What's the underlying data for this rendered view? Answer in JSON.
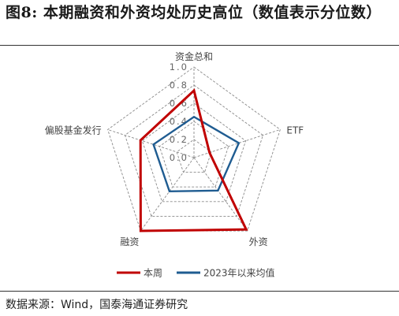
{
  "figure": {
    "title": "图8:  本期融资和外资均处历史高位（数值表示分位数）",
    "source": "数据来源：Wind，国泰海通证券研究"
  },
  "colors": {
    "current": "#c00000",
    "average": "#1f5c91",
    "grid": "#8a8a8a"
  },
  "chart_data": {
    "type": "radar",
    "axes": [
      "资金总和",
      "ETF",
      "外资",
      "融资",
      "偏股基金发行"
    ],
    "rlim": [
      0,
      1.0
    ],
    "ticks": [
      "0.0",
      "0.2",
      "0.4",
      "0.6",
      "0.8",
      "1.0"
    ],
    "tick_values": [
      0.0,
      0.2,
      0.4,
      0.6,
      0.8,
      1.0
    ],
    "grid": true,
    "legend_position": "bottom",
    "series": [
      {
        "name": "本周",
        "values": [
          0.74,
          0.18,
          0.98,
          1.0,
          0.62
        ]
      },
      {
        "name": "2023年以来均值",
        "values": [
          0.45,
          0.52,
          0.45,
          0.46,
          0.47
        ]
      }
    ]
  }
}
